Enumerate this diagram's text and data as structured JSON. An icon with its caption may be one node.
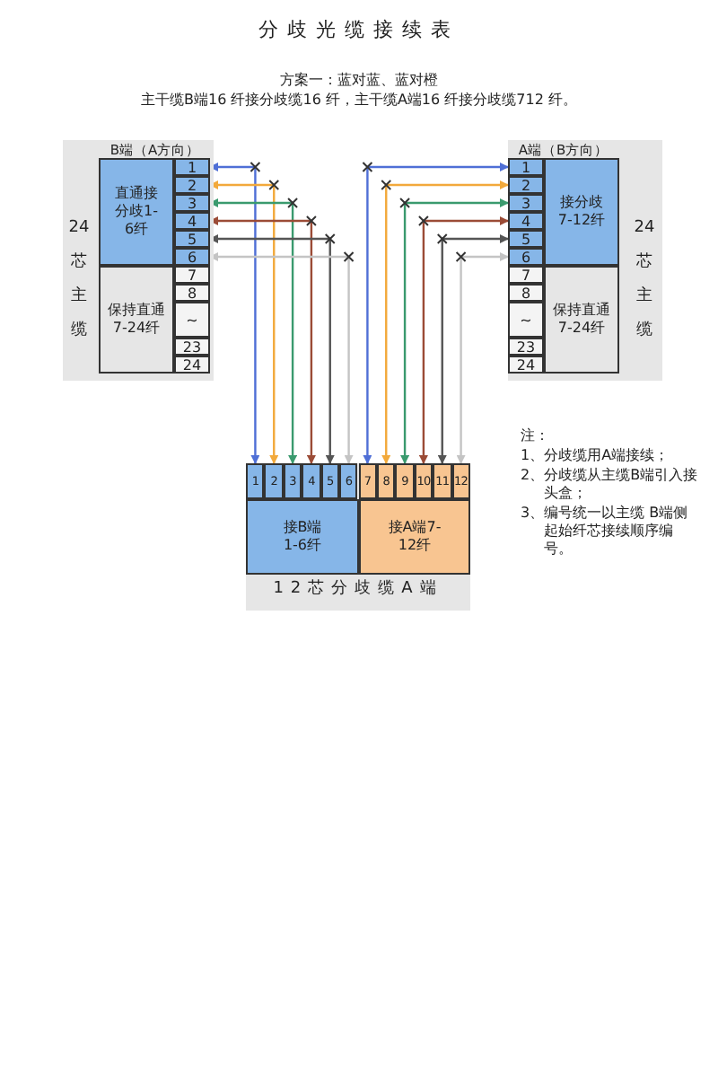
{
  "diagram": {
    "title": "分歧光缆接续表",
    "nodes": [
      {
        "text": [
          "B端（A方向）",
          "24芯主缆"
        ]
      },
      {
        "text": [
          "直通接分歧1-6纤"
        ],
        "in": 0
      },
      {
        "text": [
          "保持直通7-24纤"
        ],
        "in": 0
      },
      {
        "text": [
          "1"
        ],
        "in": 0
      },
      {
        "text": [
          "2"
        ],
        "in": 0
      },
      {
        "text": [
          "3"
        ],
        "in": 0
      },
      {
        "text": [
          "4"
        ],
        "in": 0
      },
      {
        "text": [
          "5"
        ],
        "in": 0
      },
      {
        "text": [
          "6"
        ],
        "in": 0
      },
      {
        "text": [
          "7"
        ],
        "in": 0
      },
      {
        "text": [
          "8"
        ],
        "in": 0
      },
      {
        "text": [
          "~"
        ],
        "in": 0
      },
      {
        "text": [
          "23"
        ],
        "in": 0
      },
      {
        "text": [
          "24"
        ],
        "in": 0
      },
      {
        "text": [
          "A端（B方向）",
          "24芯主缆"
        ]
      },
      {
        "text": [
          "接分歧7-12纤"
        ],
        "in": 14
      },
      {
        "text": [
          "保持直通7-24纤"
        ],
        "in": 14
      },
      {
        "text": [
          "1"
        ],
        "in": 14
      },
      {
        "text": [
          "2"
        ],
        "in": 14
      },
      {
        "text": [
          "3"
        ],
        "in": 14
      },
      {
        "text": [
          "4"
        ],
        "in": 14
      },
      {
        "text": [
          "5"
        ],
        "in": 14
      },
      {
        "text": [
          "6"
        ],
        "in": 14
      },
      {
        "text": [
          "7"
        ],
        "in": 14
      },
      {
        "text": [
          "8"
        ],
        "in": 14
      },
      {
        "text": [
          "~"
        ],
        "in": 14
      },
      {
        "text": [
          "23"
        ],
        "in": 14
      },
      {
        "text": [
          "24"
        ],
        "in": 14
      },
      {
        "text": [
          "12芯分歧缆A端"
        ]
      },
      {
        "text": [
          "接B端1-6纤"
        ],
        "in": 28
      },
      {
        "text": [
          "接A端7-12纤"
        ],
        "in": 28
      },
      {
        "text": [
          "1"
        ],
        "in": 28
      },
      {
        "text": [
          "2"
        ],
        "in": 28
      },
      {
        "text": [
          "3"
        ],
        "in": 28
      },
      {
        "text": [
          "4"
        ],
        "in": 28
      },
      {
        "text": [
          "5"
        ],
        "in": 28
      },
      {
        "text": [
          "6"
        ],
        "in": 28
      },
      {
        "text": [
          "7"
        ],
        "in": 28
      },
      {
        "text": [
          "8"
        ],
        "in": 28
      },
      {
        "text": [
          "9"
        ],
        "in": 28
      },
      {
        "text": [
          "10"
        ],
        "in": 28
      },
      {
        "text": [
          "11"
        ],
        "in": 28
      },
      {
        "text": [
          "12"
        ],
        "in": 28
      }
    ],
    "edges": [
      {
        "from": 3,
        "to": 31,
        "arrow": "both",
        "color": "#4f6fd6"
      },
      {
        "from": 4,
        "to": 32,
        "arrow": "both",
        "color": "#f2a93b"
      },
      {
        "from": 5,
        "to": 33,
        "arrow": "both",
        "color": "#3a9a6e"
      },
      {
        "from": 6,
        "to": 34,
        "arrow": "both",
        "color": "#9b4b36"
      },
      {
        "from": 7,
        "to": 35,
        "arrow": "both",
        "color": "#555555"
      },
      {
        "from": 8,
        "to": 36,
        "arrow": "both",
        "color": "#c4c4c4"
      },
      {
        "from": 17,
        "to": 37,
        "arrow": "both",
        "color": "#4f6fd6"
      },
      {
        "from": 18,
        "to": 38,
        "arrow": "both",
        "color": "#f2a93b"
      },
      {
        "from": 19,
        "to": 39,
        "arrow": "both",
        "color": "#3a9a6e"
      },
      {
        "from": 20,
        "to": 40,
        "arrow": "both",
        "color": "#9b4b36"
      },
      {
        "from": 21,
        "to": 41,
        "arrow": "both",
        "color": "#555555"
      },
      {
        "from": 22,
        "to": 42,
        "arrow": "both",
        "color": "#c4c4c4"
      }
    ],
    "labels": [
      "方案一：蓝对蓝、蓝对橙",
      "主干缆B端16 纤接分歧缆16 纤，主干缆A端16 纤接分歧缆712 纤。",
      "注：",
      "1、分歧缆用A端接续；",
      "2、分歧缆从主缆B端引入接头盒；",
      "3、编号统一以主缆 B端侧起始纤芯接续顺序编号。"
    ]
  }
}
